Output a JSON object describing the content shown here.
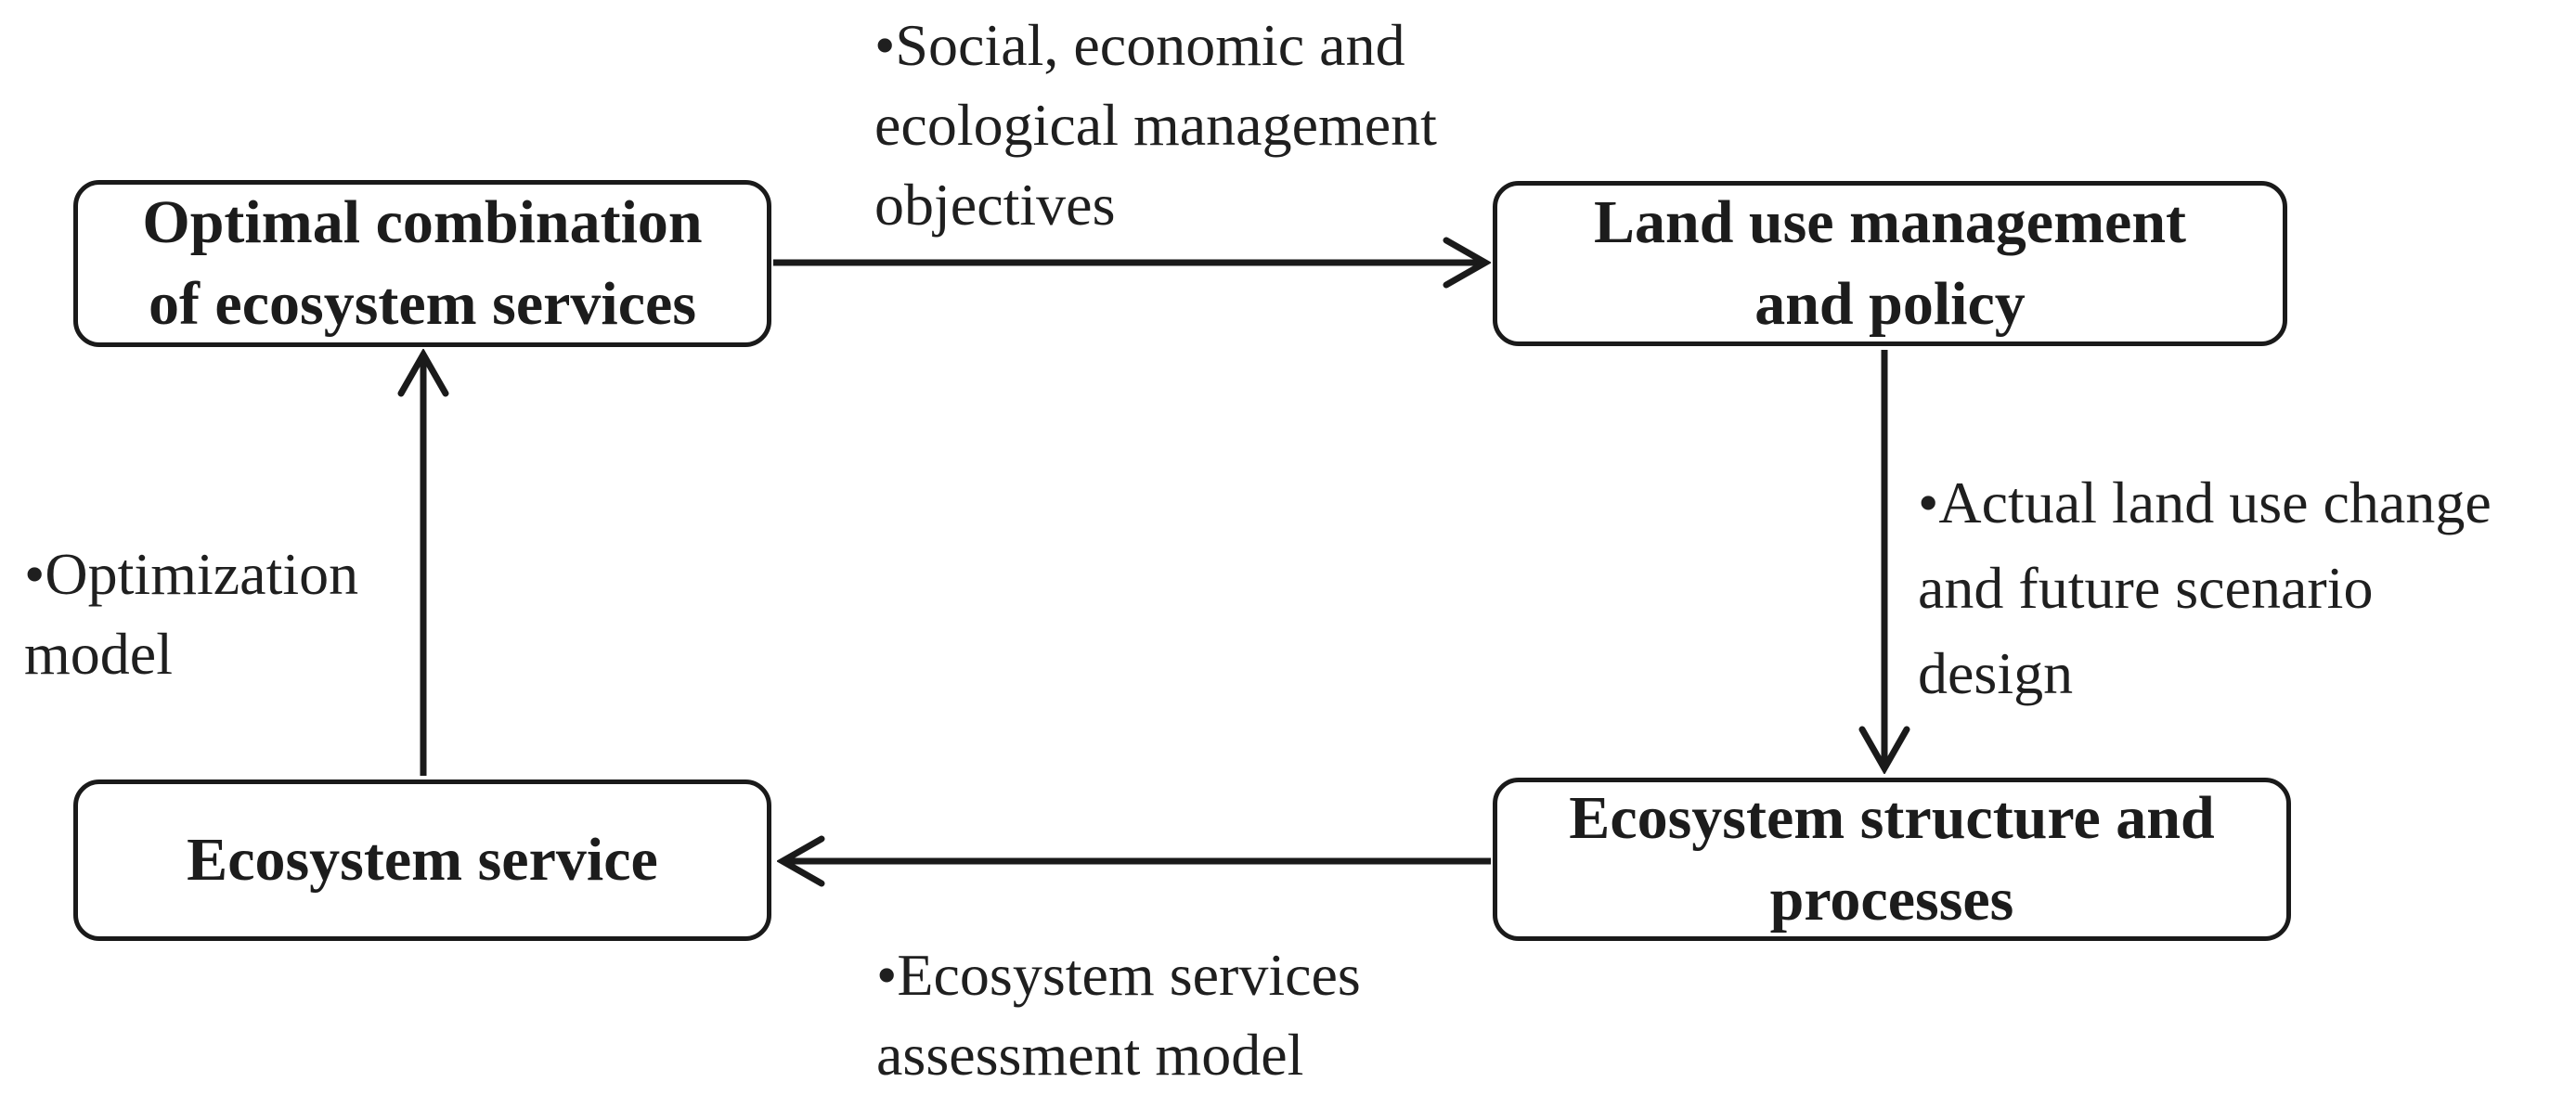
{
  "figure": {
    "background": "#ffffff",
    "ink_color": "#1a1a1a",
    "text_color": "#1f1f1f"
  },
  "boxes": {
    "optimal": {
      "line1": "Optimal combination",
      "line2": "of ecosystem services"
    },
    "landuse": {
      "line1": "Land use management",
      "line2": "and policy"
    },
    "structure": {
      "line1": "Ecosystem structure and",
      "line2": "processes"
    },
    "service": {
      "line1": "Ecosystem service"
    }
  },
  "labels": {
    "objectives": {
      "line1": "•Social, economic and",
      "line2": "ecological management",
      "line3": "objectives"
    },
    "scenario": {
      "line1": "•Actual land use change",
      "line2": "and future scenario",
      "line3": "design"
    },
    "assessment": {
      "line1": "•Ecosystem services",
      "line2": "assessment model"
    },
    "optimization": {
      "line1": "•Optimization",
      "line2": "model"
    }
  },
  "arrows": [
    {
      "name": "optimal-to-landuse",
      "direction": "right",
      "label": "objectives"
    },
    {
      "name": "landuse-to-structure",
      "direction": "down",
      "label": "scenario"
    },
    {
      "name": "structure-to-service",
      "direction": "left",
      "label": "assessment"
    },
    {
      "name": "service-to-optimal",
      "direction": "up",
      "label": "optimization"
    }
  ]
}
